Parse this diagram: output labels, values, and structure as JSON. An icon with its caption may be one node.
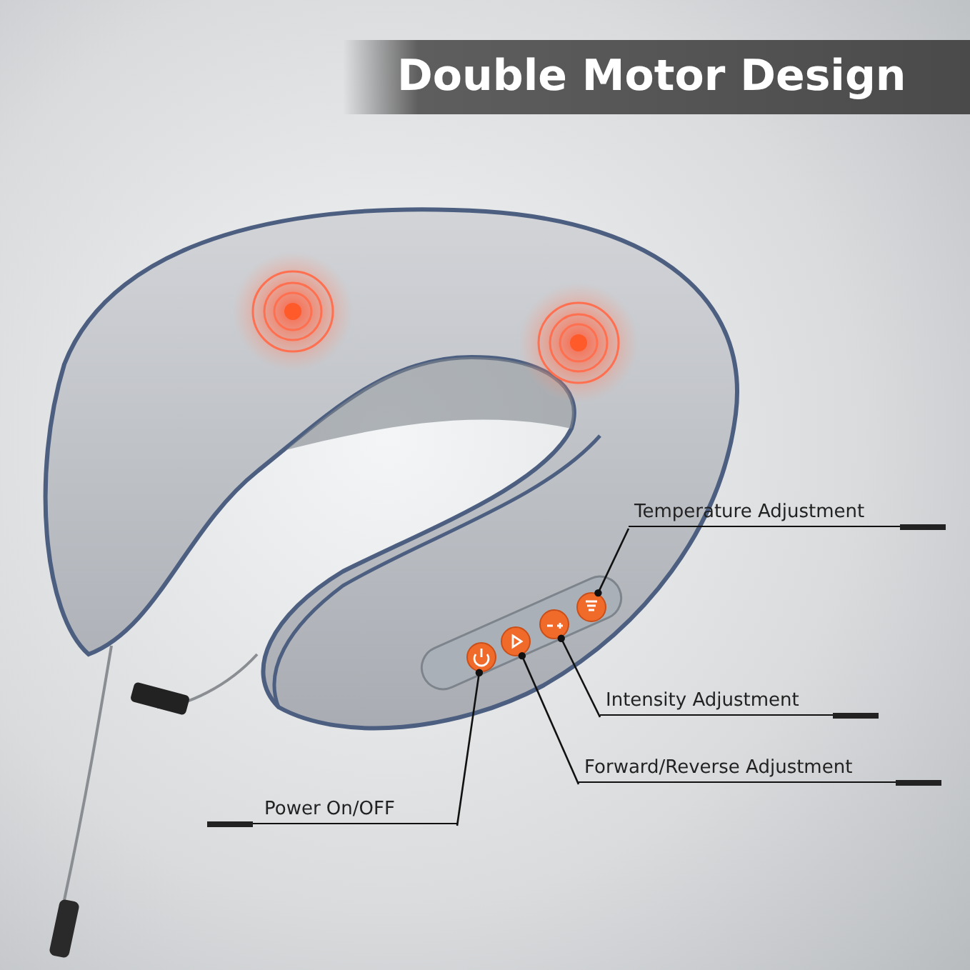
{
  "diagram": {
    "title": "Double Motor Design",
    "nodes": [
      {
        "text": [
          "Temperature Adjustment"
        ]
      },
      {
        "text": [
          "Intensity Adjustment"
        ]
      },
      {
        "text": [
          "Forward/Reverse Adjustment"
        ]
      },
      {
        "text": [
          "Power On/OFF"
        ]
      },
      {
        "text": [],
        "shape": "circle"
      },
      {
        "text": [],
        "shape": "circle"
      },
      {
        "text": [],
        "shape": "circle"
      },
      {
        "text": [],
        "shape": "circle"
      }
    ],
    "edges": [
      {
        "from": 0,
        "to": 7,
        "arrow": "other"
      },
      {
        "from": 1,
        "to": 6,
        "arrow": "other"
      },
      {
        "from": 2,
        "to": 5,
        "arrow": "other"
      },
      {
        "from": 3,
        "to": 4,
        "arrow": "other"
      }
    ]
  }
}
